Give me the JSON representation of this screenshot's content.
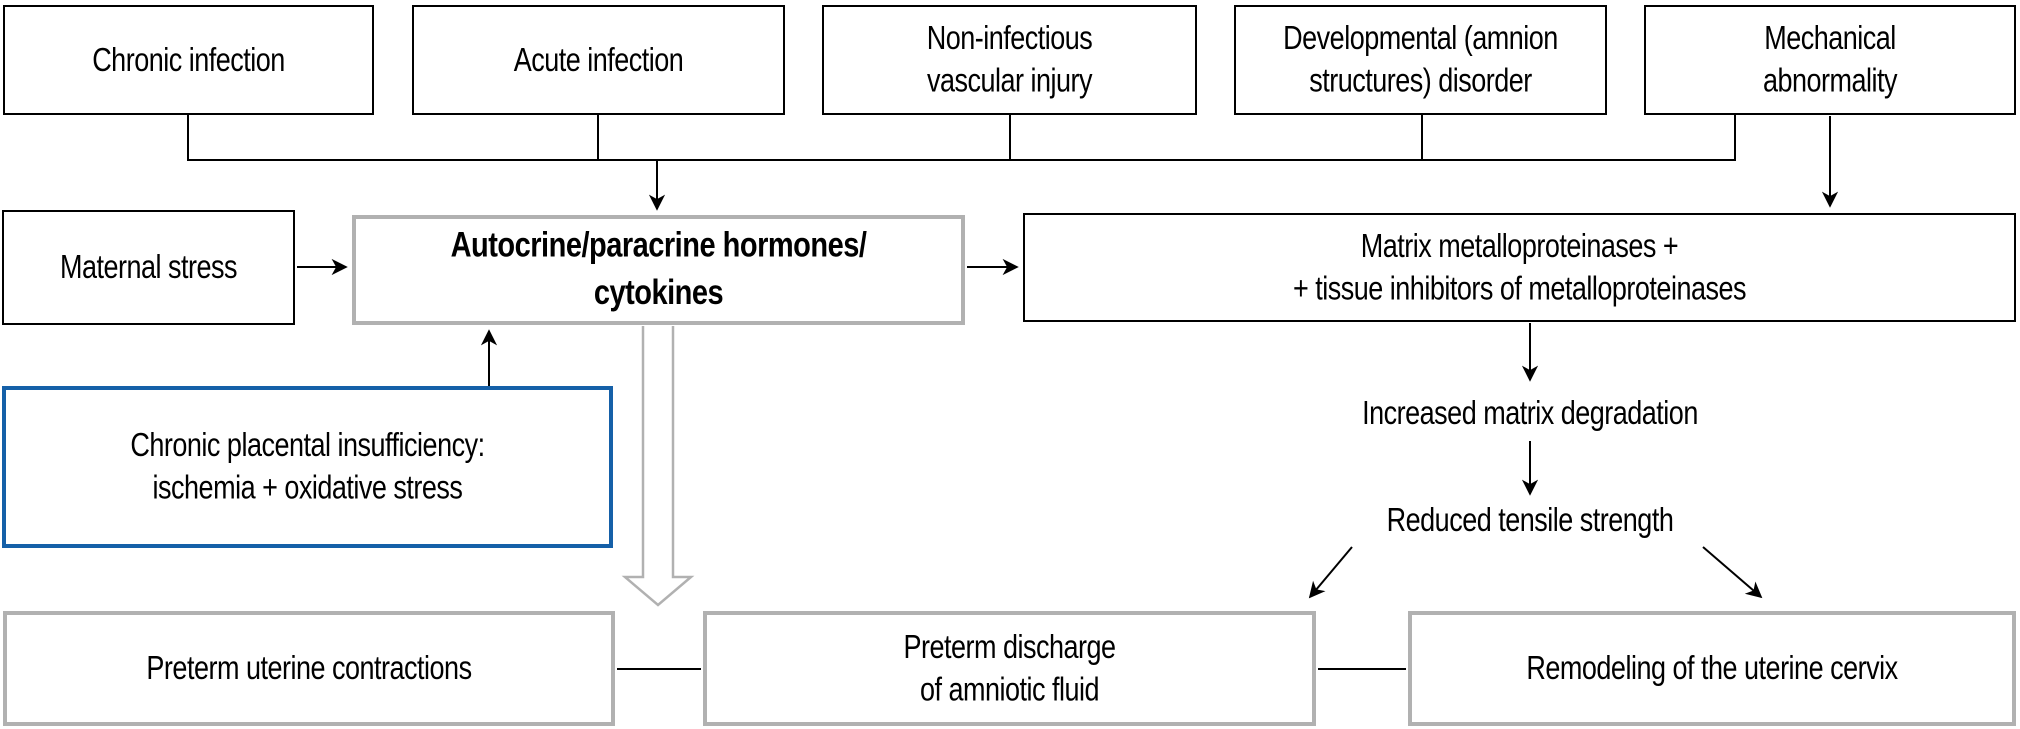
{
  "nodes": {
    "chronic_infection": {
      "label": "Chronic infection"
    },
    "acute_infection": {
      "label": "Acute infection"
    },
    "non_infectious_vascular_injury": {
      "label": "Non-infectious\nvascular injury"
    },
    "developmental_disorder": {
      "label": "Developmental (amnion\nstructures) disorder"
    },
    "mechanical_abnormality": {
      "label": "Mechanical\nabnormality"
    },
    "maternal_stress": {
      "label": "Maternal stress"
    },
    "autocrine_paracrine": {
      "label": "Autocrine/paracrine hormones/\ncytokines"
    },
    "matrix_metalloproteinases": {
      "label": "Matrix metalloproteinases +\n+ tissue inhibitors of metalloproteinases"
    },
    "chronic_placental_insufficiency": {
      "label": "Chronic placental insufficiency:\nischemia + oxidative stress"
    },
    "increased_matrix_degradation": {
      "label": "Increased matrix degradation"
    },
    "reduced_tensile_strength": {
      "label": "Reduced tensile strength"
    },
    "preterm_uterine_contractions": {
      "label": "Preterm uterine contractions"
    },
    "preterm_discharge": {
      "label": "Preterm discharge\nof amniotic fluid"
    },
    "cervix_remodeling": {
      "label": "Remodeling of the uterine cervix"
    }
  },
  "colors": {
    "border_black": "#000000",
    "border_gray": "#b1b1b1",
    "border_blue": "#1560a8",
    "arrow_black": "#000000",
    "hollow_arrow_outline": "#b1b1b1",
    "background": "#ffffff",
    "text": "#000000"
  }
}
